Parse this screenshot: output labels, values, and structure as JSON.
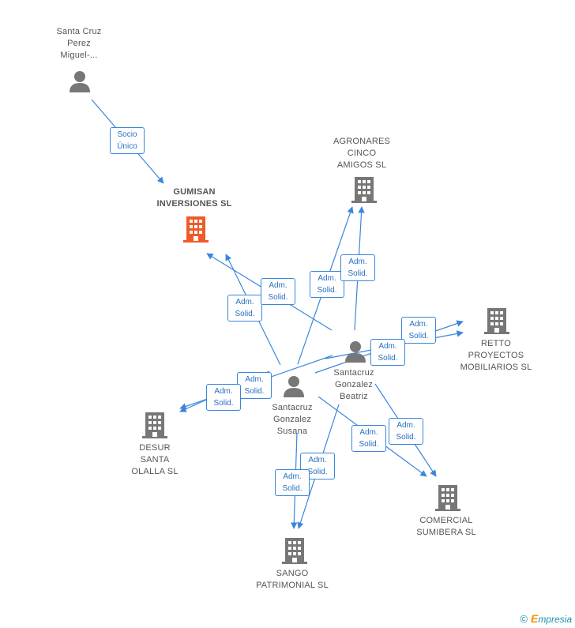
{
  "colors": {
    "edge": "#3a86dc",
    "person": "#777777",
    "company": "#777777",
    "focus_company": "#f05a28"
  },
  "nodes": {
    "santa_cruz_perez": {
      "label": "Santa Cruz\nPerez\nMiguel-...",
      "icon": "person-icon"
    },
    "gumisan": {
      "label": "GUMISAN\nINVERSIONES SL",
      "icon": "building-icon"
    },
    "agronares": {
      "label": "AGRONARES\nCINCO\nAMIGOS SL",
      "icon": "building-icon"
    },
    "retto": {
      "label": "RETTO\nPROYECTOS\nMOBILIARIOS SL",
      "icon": "building-icon"
    },
    "santacruz_beatriz": {
      "label": "Santacruz\nGonzalez\nBeatriz",
      "icon": "person-icon"
    },
    "santacruz_susana": {
      "label": "Santacruz\nGonzalez\nSusana",
      "icon": "person-icon"
    },
    "desur": {
      "label": "DESUR\nSANTA\nOLALLA  SL",
      "icon": "building-icon"
    },
    "comercial": {
      "label": "COMERCIAL\nSUMIBERA SL",
      "icon": "building-icon"
    },
    "sango": {
      "label": "SANGO\nPATRIMONIAL SL",
      "icon": "building-icon"
    }
  },
  "edge_labels": {
    "socio_unico": "Socio\nÚnico",
    "adm_solid": "Adm.\nSolid."
  },
  "footer": {
    "copyright_symbol": "©",
    "brand_initial": "E",
    "brand_rest": "mpresia"
  }
}
